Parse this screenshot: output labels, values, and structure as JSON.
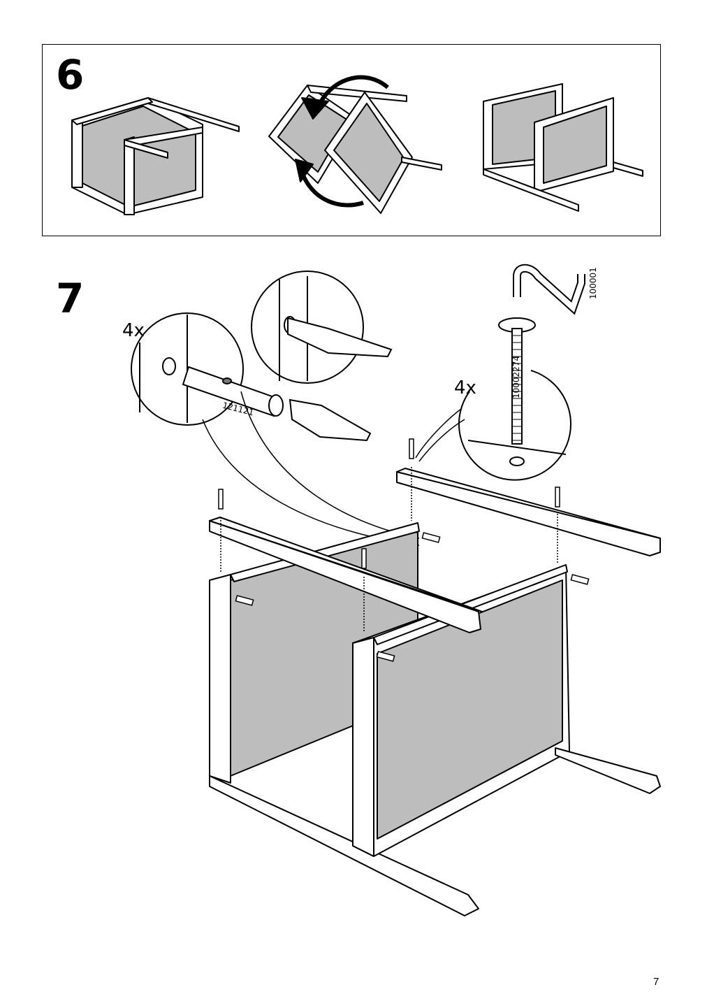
{
  "step6": {
    "number": "6"
  },
  "step7": {
    "number": "7",
    "dowel_qty": "4x",
    "dowel_part": "121121",
    "bolt_qty": "4x",
    "bolt_part": "10002274",
    "key_part": "100001"
  },
  "page_number": "7",
  "colors": {
    "panel_fill": "#bdbdbd",
    "line": "#000000",
    "paper": "#ffffff"
  }
}
